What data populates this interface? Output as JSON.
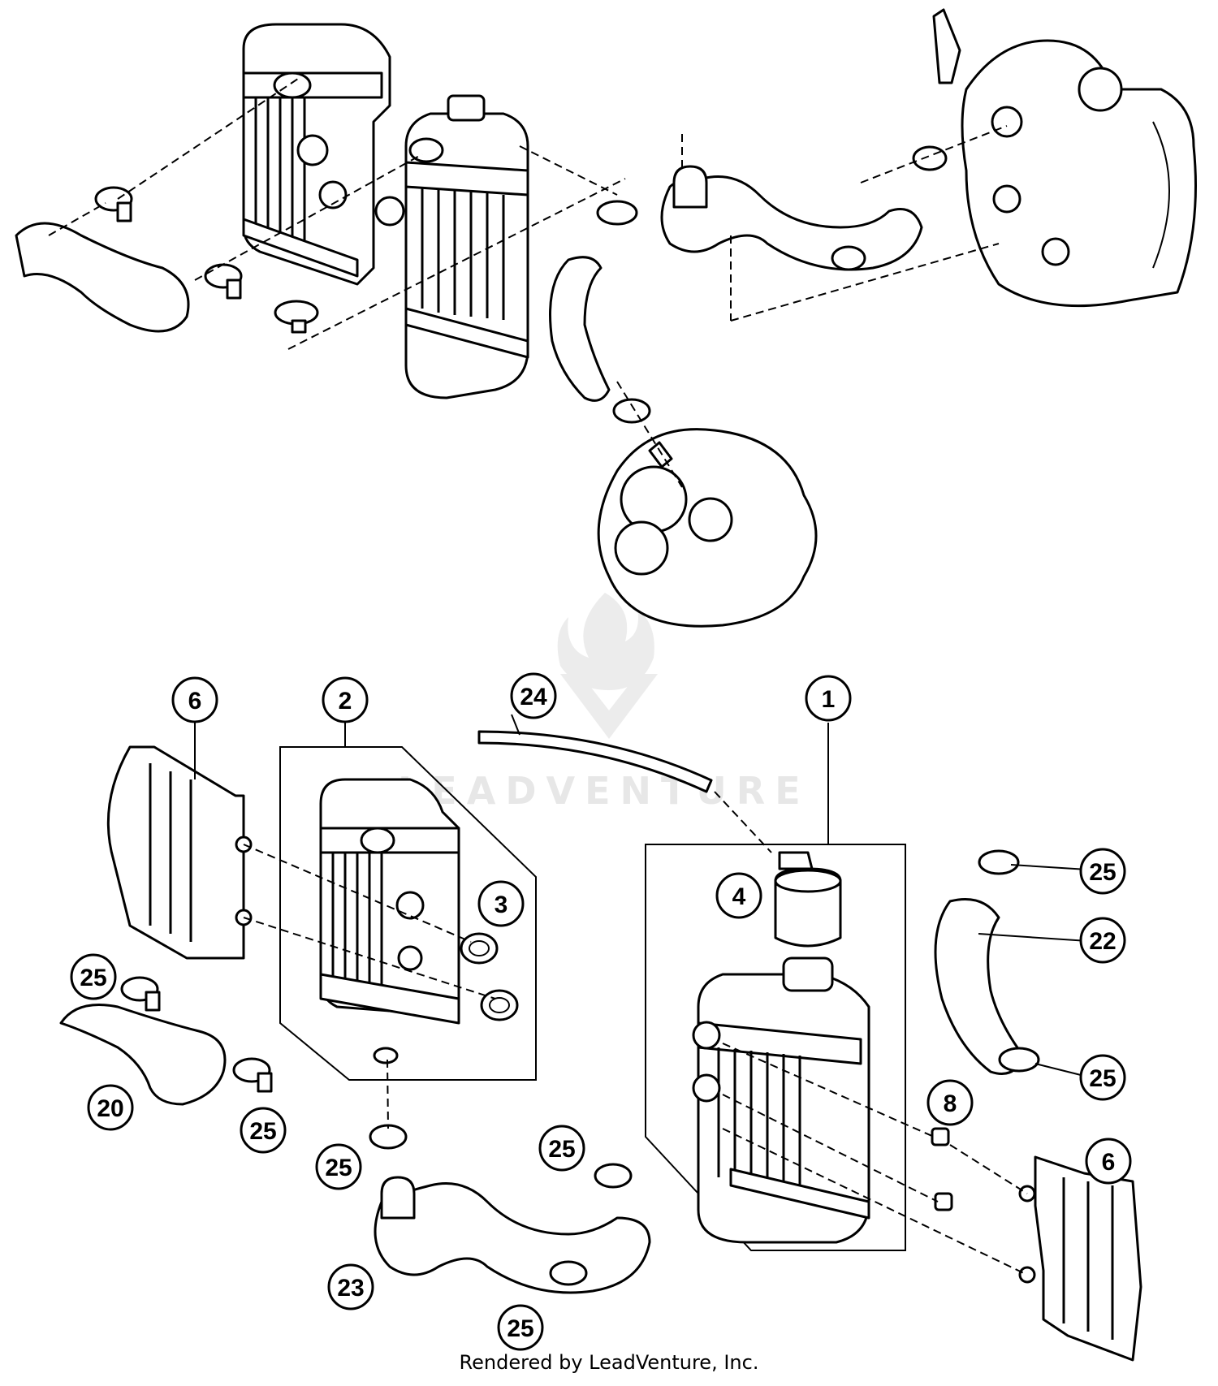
{
  "callouts": [
    "6",
    "2",
    "24",
    "1",
    "3",
    "4",
    "25",
    "22",
    "25",
    "25",
    "20",
    "25",
    "8",
    "25",
    "25",
    "6",
    "23",
    "25"
  ],
  "watermark": {
    "text": "LEADVENTURE"
  },
  "footer": {
    "text": "Rendered by LeadVenture, Inc."
  }
}
